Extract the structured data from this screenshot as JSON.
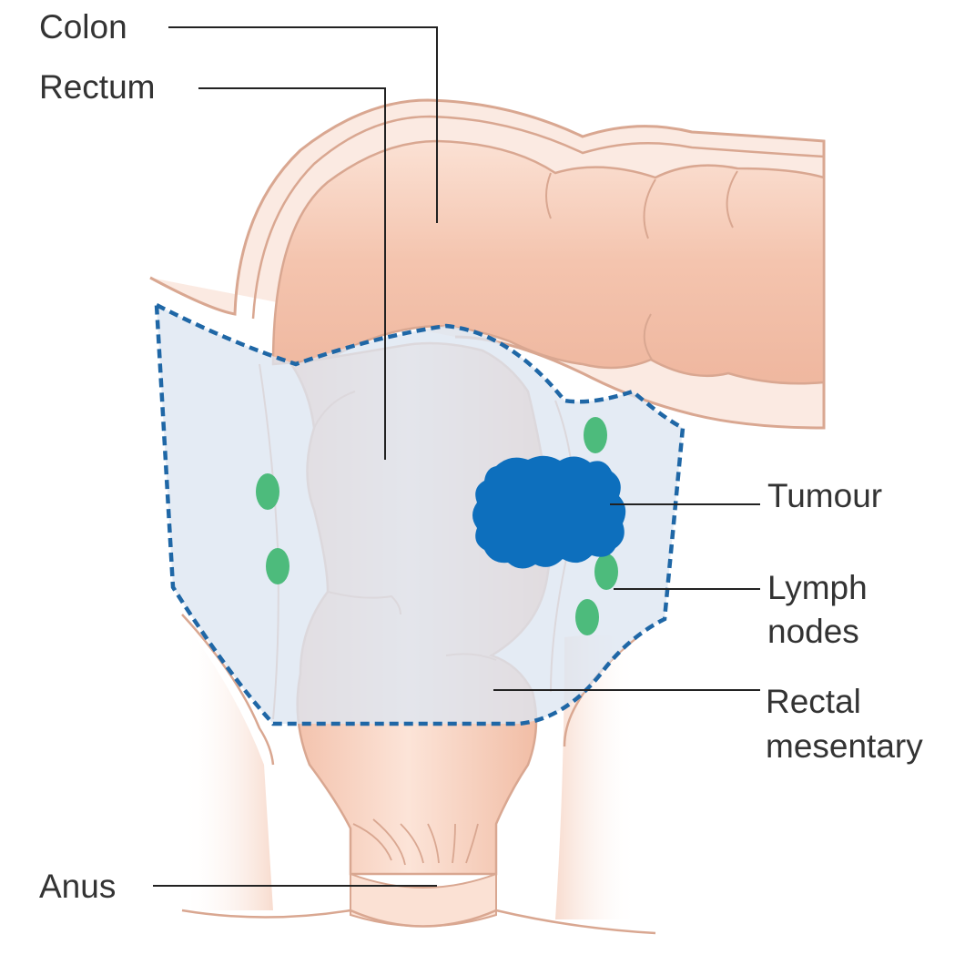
{
  "labels": {
    "colon": "Colon",
    "rectum": "Rectum",
    "tumour": "Tumour",
    "lymph_line1": "Lymph",
    "lymph_line2": "nodes",
    "mesentary_line1": "Rectal",
    "mesentary_line2": "mesentary",
    "anus": "Anus"
  },
  "colors": {
    "tissue_fill": "#f5cbb8",
    "tissue_outline": "#dba590",
    "mesentary_fill": "#dde5f1",
    "mesentary_border": "#1f67a6",
    "tumour": "#0d6fbd",
    "lymph_node": "#4dbb7c",
    "leader_line": "#222222",
    "label_text": "#333333"
  },
  "icons": {
    "tumour": "tumour-blob",
    "lymph_node": "lymph-node-oval"
  }
}
